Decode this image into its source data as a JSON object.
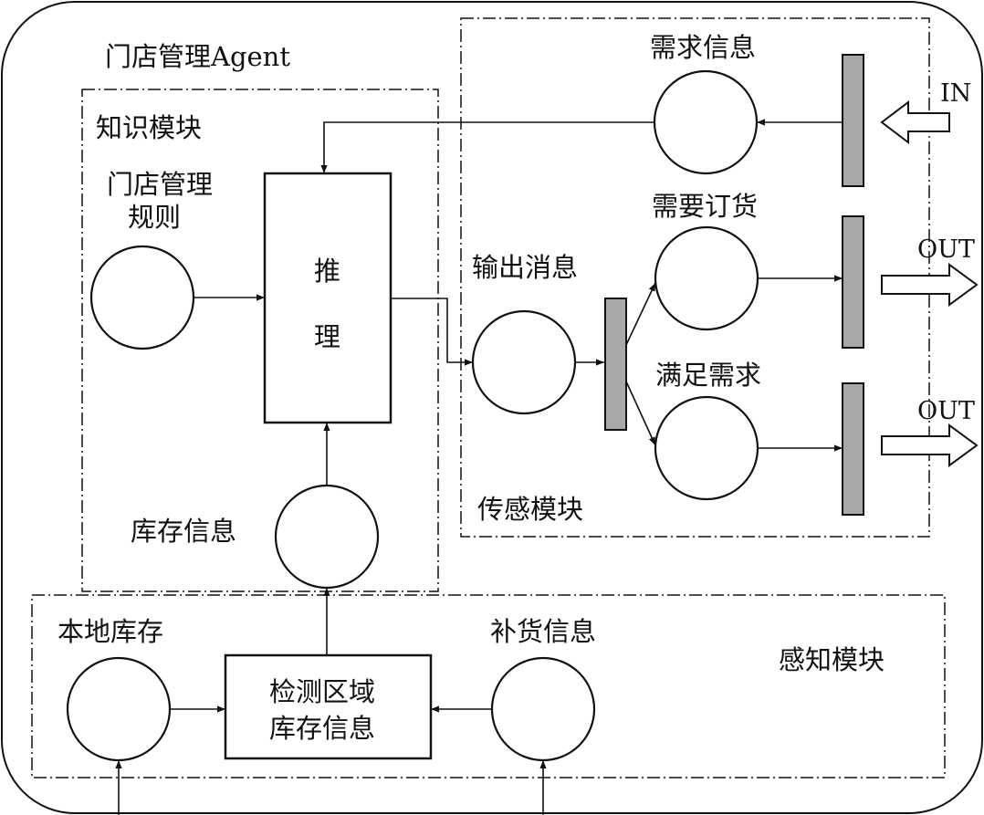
{
  "diagram": {
    "outer_title": "门店管理Agent",
    "modules": {
      "knowledge": "知识模块",
      "sensor": "传感模块",
      "perception": "感知模块"
    },
    "places": {
      "rules": "门店管理规则",
      "rules_line1": "门店管理",
      "rules_line2": "规则",
      "inventory_info": "库存信息",
      "demand_info": "需求信息",
      "output_msg": "输出消息",
      "need_order": "需要订货",
      "satisfy_demand": "满足需求",
      "local_stock": "本地库存",
      "restock_info": "补货信息"
    },
    "transitions": {
      "reasoning_line1": "推",
      "reasoning_line2": "理",
      "detect_line1": "检测区域",
      "detect_line2": "库存信息"
    },
    "io": {
      "in": "IN",
      "out_1": "OUT",
      "out_2": "OUT"
    }
  }
}
